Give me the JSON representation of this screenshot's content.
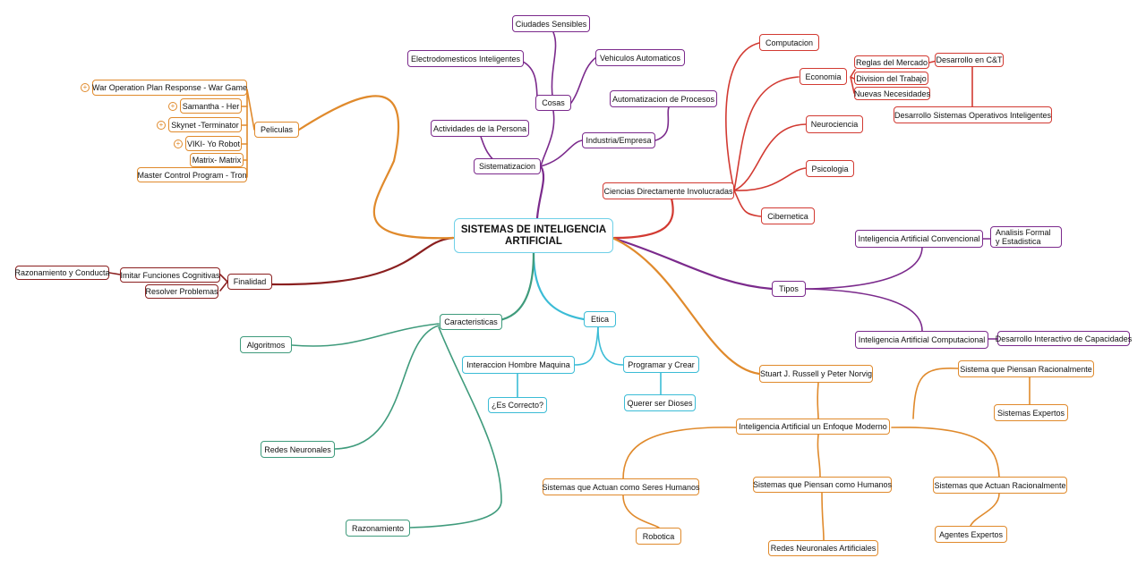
{
  "colors": {
    "purple": "#7b2a8c",
    "orange": "#e08a2c",
    "red": "#d23a32",
    "darkred": "#8a1f1f",
    "cyan": "#3bbcd6",
    "teal": "#3f9b7c",
    "mainBorder": "#6fd0e8"
  },
  "nodes": {
    "main": "SISTEMAS DE INTELIGENCIA ARTIFICIAL",
    "ciudades": "Ciudades Sensibles",
    "electro": "Electrodomesticos Inteligentes",
    "vehiculos": "Vehiculos Automaticos",
    "cosas": "Cosas",
    "automatizacion": "Automatizacion de Procesos",
    "actividades": "Actividades de la Persona",
    "industria": "Industria/Empresa",
    "sistematizacion": "Sistematizacion",
    "computacion": "Computacion",
    "economia": "Economia",
    "reglas": "Reglas del Mercado",
    "division": "Division del Trabajo",
    "nuevas": "Nuevas Necesidades",
    "desarrolloct": "Desarrollo en C&T",
    "desarrolloso": "Desarrollo Sistemas Operativos Inteligentes",
    "neurociencia": "Neurociencia",
    "psicologia": "Psicologia",
    "ciencias": "Ciencias Directamente Involucradas",
    "cibernetica": "Cibernetica",
    "peliculas": "Peliculas",
    "war": "War Operation Plan  Response - War Game",
    "samantha": "Samantha - Her",
    "skynet": "Skynet -Terminator",
    "viki": "VIKI- Yo Robot",
    "matrix": "Matrix- Matrix",
    "master": "Master Control Program - Tron",
    "razonamientoConducta": "Razonamiento y Conducta",
    "imitar": "Imitar Funciones Cognitivas",
    "resolver": "Resolver Problemas",
    "finalidad": "Finalidad",
    "iaconv": "Inteligencia Artificial Convencional",
    "analisis": "Analisis Formal  y Estadistica",
    "tipos": "Tipos",
    "iacomp": "Inteligencia Artificial Computacional",
    "interactivo": "Desarrollo Interactivo de Capacidades",
    "caracteristicas": "Caracteristicas",
    "etica": "Etica",
    "algoritmos": "Algoritmos",
    "interaccion": "Interaccion Hombre Maquina",
    "programar": "Programar y Crear",
    "correcto": "¿Es Correcto?",
    "dioses": "Querer ser Dioses",
    "redesNeuronales": "Redes Neuronales",
    "razonamiento": "Razonamiento",
    "russell": "Stuart J. Russell y Peter Norvig",
    "piensanRac": "Sistema que Piensan Racionalmente",
    "expertos": "Sistemas Expertos",
    "enfoque": "Inteligencia Artificial un Enfoque Moderno",
    "actuanHumanos": "Sistemas que Actuan como Seres Humanos",
    "piensanHumanos": "Sistemas que Piensan como Humanos",
    "actuanRac": "Sistemas que Actuan Racionalmente",
    "robotica": "Robotica",
    "rna": "Redes Neuronales Artificiales",
    "agentes": "Agentes Expertos"
  }
}
